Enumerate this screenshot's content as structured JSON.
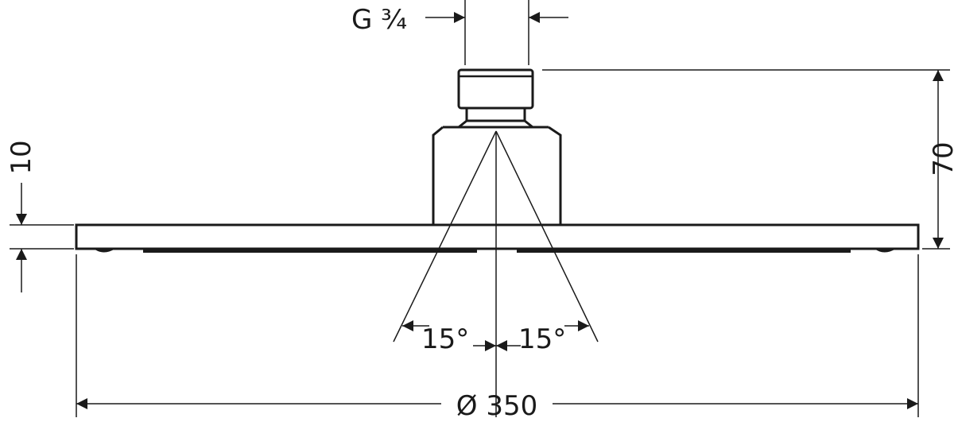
{
  "drawing": {
    "thread_label": "G ¾",
    "height_label": "70",
    "plate_thickness_label": "10",
    "angle_left_label": "15°",
    "angle_right_label": "15°",
    "diameter_label": "Ø 350"
  },
  "colors": {
    "line": "#1a1a1a",
    "background": "#ffffff"
  }
}
